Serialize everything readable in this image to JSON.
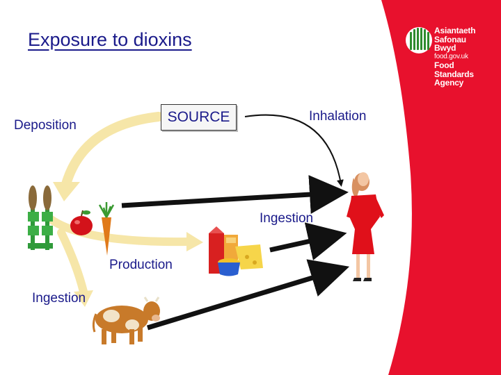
{
  "title": "Exposure to dioxins",
  "labels": {
    "source": "SOURCE",
    "deposition": "Deposition",
    "inhalation": "Inhalation",
    "ingestion_top": "Ingestion",
    "production": "Production",
    "ingestion_bottom": "Ingestion"
  },
  "logo": {
    "lines": [
      "Asiantaeth",
      "Safonau",
      "Bwyd",
      "food.gov.uk",
      "Food",
      "Standards",
      "Agency"
    ]
  },
  "colors": {
    "brand_red": "#e8112d",
    "text_blue": "#1a1a8a",
    "arrow_yellow": "#f6e6a8",
    "arrow_black": "#111111"
  },
  "icons": [
    "wheat-icon",
    "apple-icon",
    "carrot-icon",
    "food-products-icon",
    "cow-icon",
    "woman-icon",
    "fsa-logo-icon"
  ]
}
